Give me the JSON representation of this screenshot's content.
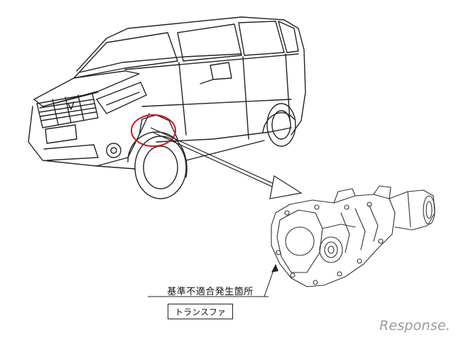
{
  "diagram": {
    "location_label": "基準不適合発生箇所",
    "part_name": "トランスファ",
    "watermark": "Response.",
    "highlight_color": "#d0161b",
    "line_color": "#222222"
  }
}
